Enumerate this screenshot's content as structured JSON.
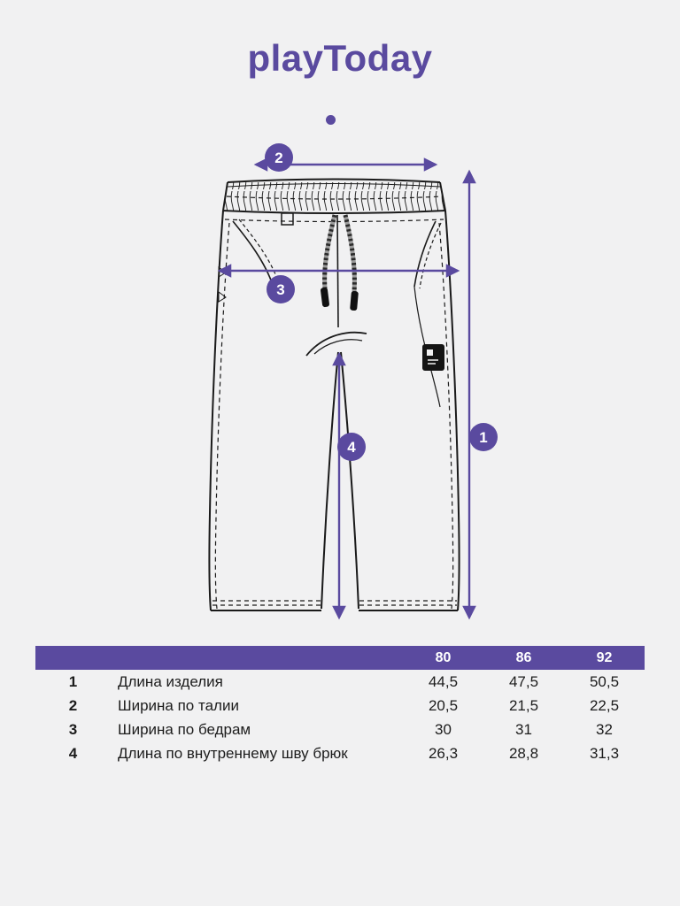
{
  "brand": {
    "logo_text": "playToday"
  },
  "diagram": {
    "callouts": [
      "1",
      "2",
      "3",
      "4"
    ]
  },
  "size_table": {
    "sizes": [
      "80",
      "86",
      "92"
    ],
    "rows": [
      {
        "num": "1",
        "label": "Длина изделия",
        "values": [
          "44,5",
          "47,5",
          "50,5"
        ]
      },
      {
        "num": "2",
        "label": "Ширина по талии",
        "values": [
          "20,5",
          "21,5",
          "22,5"
        ]
      },
      {
        "num": "3",
        "label": "Ширина по бедрам",
        "values": [
          "30",
          "31",
          "32"
        ]
      },
      {
        "num": "4",
        "label": "Длина по внутреннему шву брюк",
        "values": [
          "26,3",
          "28,8",
          "31,3"
        ]
      }
    ]
  },
  "colors": {
    "accent": "#5a4a9f",
    "background": "#f1f1f2",
    "ink": "#1a1a1a"
  }
}
